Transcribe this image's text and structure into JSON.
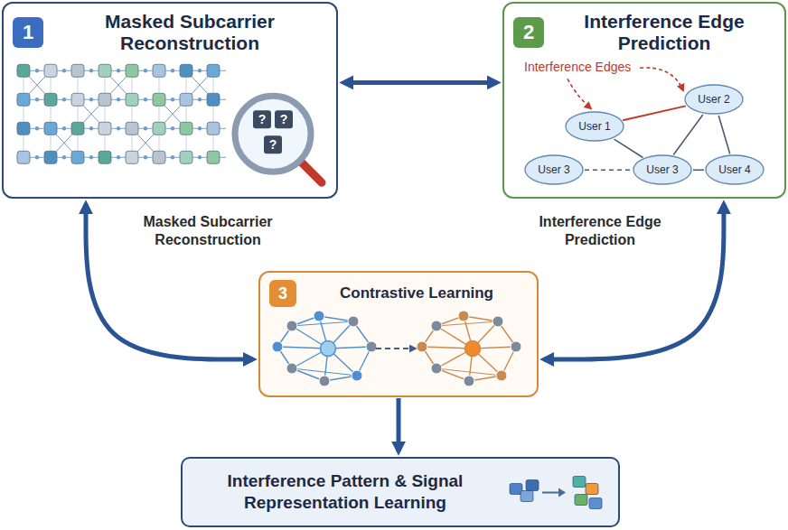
{
  "diagram": {
    "nodes": [
      {
        "text": [
          "1",
          "Masked Subcarrier Reconstruction"
        ]
      },
      {
        "text": [
          "2",
          "Interference Edge Prediction"
        ]
      },
      {
        "text": [
          "User 1"
        ],
        "in": 1
      },
      {
        "text": [
          "User 2"
        ],
        "in": 1
      },
      {
        "text": [
          "User 3"
        ],
        "in": 1
      },
      {
        "text": [
          "User 3"
        ],
        "in": 1
      },
      {
        "text": [
          "User 4"
        ],
        "in": 1
      },
      {
        "text": [
          "3",
          "Contrastive Learning"
        ]
      },
      {
        "text": [
          "Interference Pattern & Signal Representation Learning"
        ]
      }
    ],
    "edges": [
      {
        "from": 0,
        "to": 1,
        "arrow": "both"
      },
      {
        "from": 0,
        "to": 7,
        "arrow": "both"
      },
      {
        "from": 1,
        "to": 7,
        "arrow": "both"
      },
      {
        "from": 7,
        "to": 8,
        "arrow": "to"
      },
      {
        "from": 2,
        "to": 3,
        "arrow": "none"
      },
      {
        "from": 2,
        "to": 5,
        "arrow": "none"
      },
      {
        "from": 3,
        "to": 5,
        "arrow": "none"
      },
      {
        "from": 3,
        "to": 6,
        "arrow": "none"
      },
      {
        "from": 5,
        "to": 6,
        "arrow": "none"
      },
      {
        "from": 4,
        "to": 5,
        "arrow": "none"
      }
    ],
    "labels": [
      "?",
      "?",
      "?",
      "Interference Edges",
      "Masked Subcarrier Reconstruction",
      "Interference Edge Prediction"
    ]
  }
}
